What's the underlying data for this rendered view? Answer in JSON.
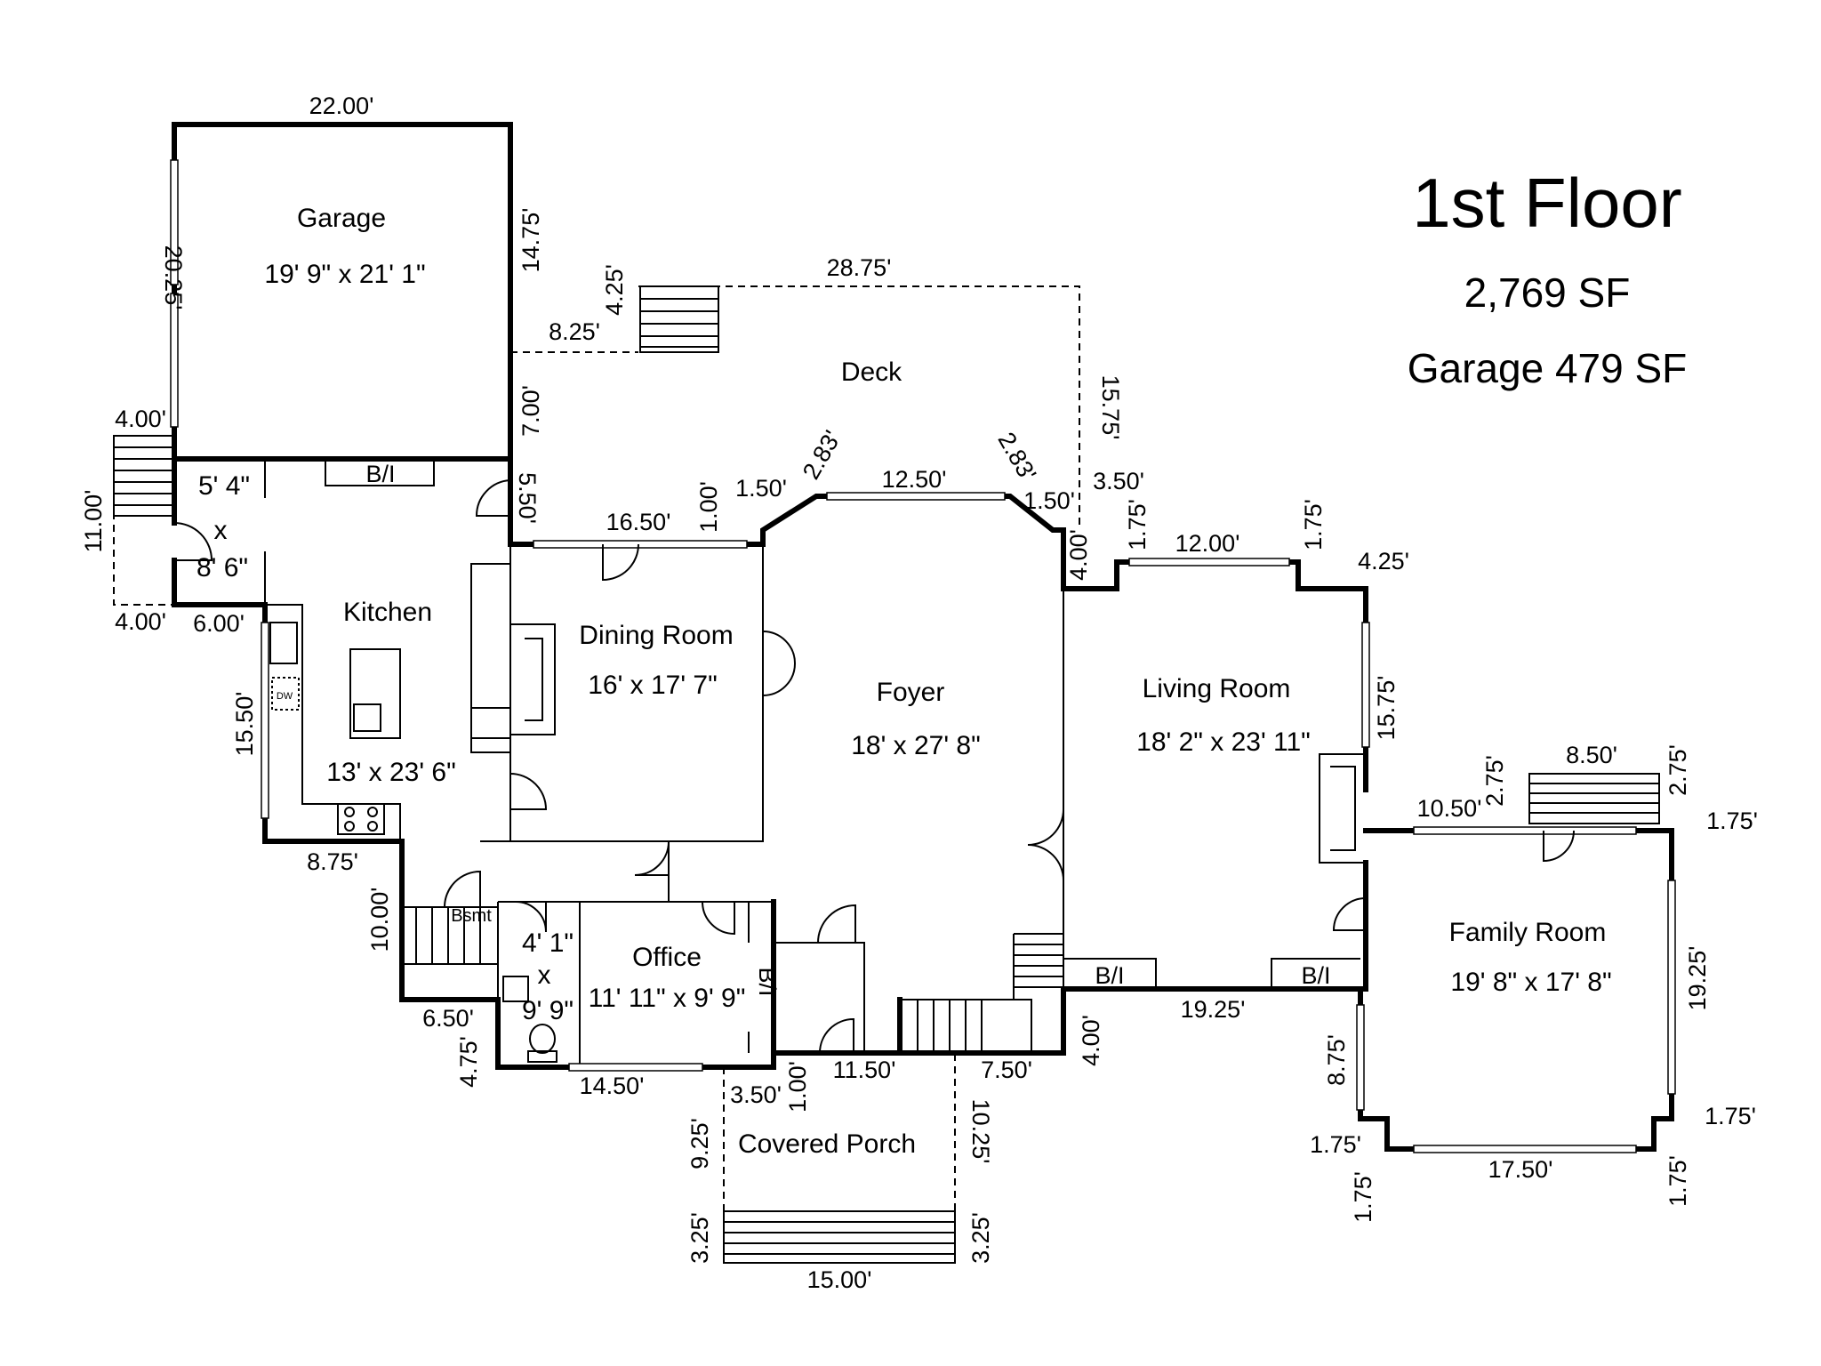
{
  "header": {
    "title": "1st Floor",
    "total_area": "2,769 SF",
    "garage_area": "Garage 479 SF"
  },
  "rooms": {
    "garage": {
      "name": "Garage",
      "size": "19' 9\" x 21' 1\""
    },
    "deck": {
      "name": "Deck"
    },
    "kitchen": {
      "name": "Kitchen",
      "size": "13' x 23' 6\""
    },
    "mudroom": {
      "w": "5' 4\"",
      "x": "x",
      "h": "8' 6\""
    },
    "dining": {
      "name": "Dining Room",
      "size": "16' x 17' 7\""
    },
    "foyer": {
      "name": "Foyer",
      "size": "18' x 27' 8\""
    },
    "living": {
      "name": "Living Room",
      "size": "18' 2\" x 23' 11\""
    },
    "family": {
      "name": "Family Room",
      "size": "19' 8\" x 17' 8\""
    },
    "office": {
      "name": "Office",
      "size": "11' 11\" x 9' 9\""
    },
    "bath": {
      "w": "4' 1\"",
      "x": "x",
      "h": "9' 9\""
    },
    "porch": {
      "name": "Covered  Porch"
    },
    "bsmt": "Bsmt",
    "dw": "DW"
  },
  "builtins": {
    "bi": "B/I"
  },
  "dims": {
    "garage_top": "22.00'",
    "garage_left": "20.25'",
    "garage_right": "14.75'",
    "garage_lower_right": "7.00'",
    "deck_stair_h": "4.25'",
    "deck_stair_w": "8.25'",
    "deck_top": "28.75'",
    "deck_right": "15.75'",
    "stair_top": "4.00'",
    "stair_bottom": "4.00'",
    "stair_side": "11.00'",
    "kitchen_bottom_left": "6.00'",
    "kitchen_left": "15.50'",
    "kitchen_lower": "8.75'",
    "bsmt_left": "10.00'",
    "bsmt_bottom": "6.50'",
    "bath_left": "4.75'",
    "office_bottom": "14.50'",
    "dining_door": "5.50'",
    "dining_top": "16.50'",
    "dining_step": "1.00'",
    "bay_left_a": "1.50'",
    "bay_left_b": "2.83'",
    "bay_top": "12.50'",
    "bay_right_b": "2.83'",
    "bay_right_a": "1.50'",
    "foyer_step": "3.50'",
    "foyer_jog": "4.00'",
    "living_step_l": "1.75'",
    "living_top": "12.00'",
    "living_step_r": "1.75'",
    "living_corner": "4.25'",
    "living_right": "15.75'",
    "living_bottom": "19.25'",
    "foyer_bottom_jog": "4.00'",
    "family_stair_l": "2.75'",
    "family_stair_w": "8.50'",
    "family_stair_r": "2.75'",
    "family_top": "10.50'",
    "family_corner_tr": "1.75'",
    "family_right": "19.25'",
    "family_corner_br": "1.75'",
    "family_left": "8.75'",
    "family_corner_bl_h": "1.75'",
    "family_corner_bl_v": "1.75'",
    "family_bottom": "17.50'",
    "family_corner_br_v": "1.75'",
    "porch_step": "3.50'",
    "porch_jog": "1.00'",
    "porch_front": "11.50'",
    "porch_right_top": "7.50'",
    "porch_left": "9.25'",
    "porch_right": "10.25'",
    "porch_stair_l": "3.25'",
    "porch_stair_r": "3.25'",
    "porch_bottom": "15.00'"
  }
}
